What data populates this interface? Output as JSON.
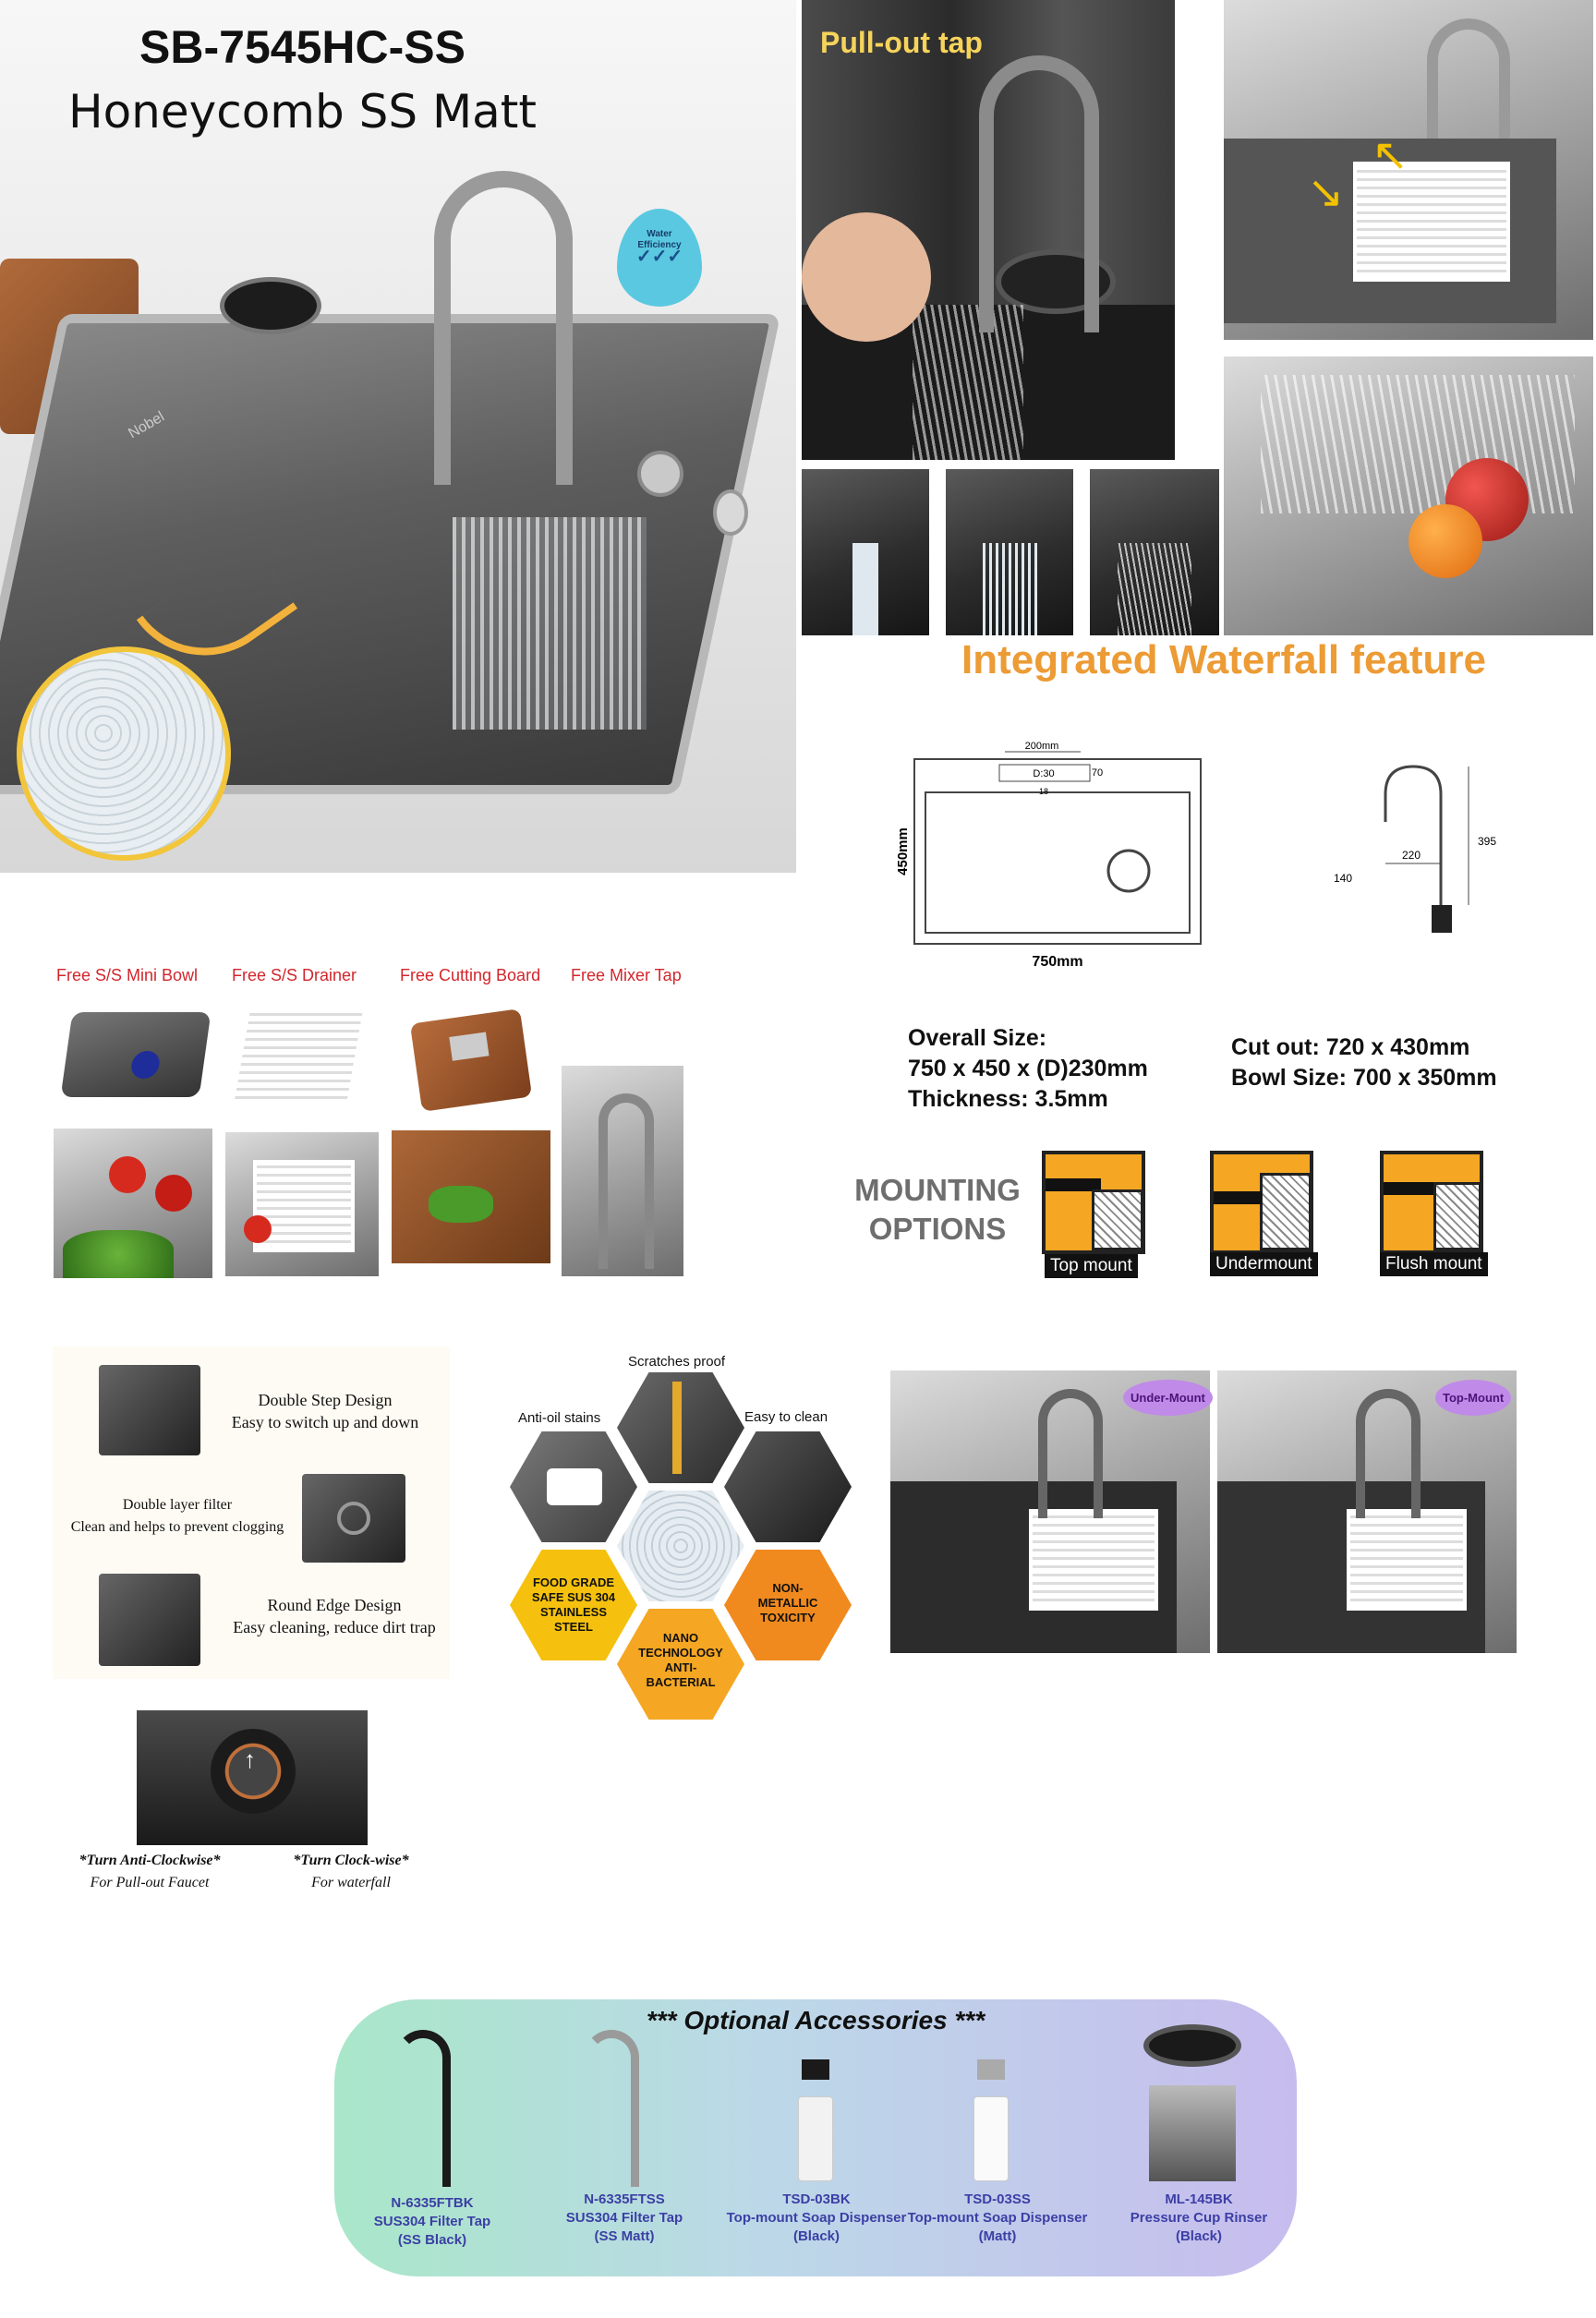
{
  "hero": {
    "title": "SB-7545HC-SS",
    "subtitle": "Honeycomb SS Matt",
    "sink_brand": "Nobel",
    "badge_line1": "Water",
    "badge_line2": "Efficiency"
  },
  "pullout": {
    "label": "Pull-out tap"
  },
  "waterfall": {
    "title": "Integrated Waterfall feature"
  },
  "diagram": {
    "width_label": "750mm",
    "height_label": "450mm",
    "top_label": "200mm",
    "hole_label": "D:30",
    "side_label": "70",
    "small_label": "18",
    "tap_reach": "220",
    "tap_height": "395",
    "tap_base": "140"
  },
  "specs": {
    "overall_label": "Overall Size:",
    "overall_value": "750 x 450 x (D)230mm",
    "thickness": "Thickness: 3.5mm",
    "cutout": "Cut out: 720 x 430mm",
    "bowl": "Bowl Size: 700 x 350mm"
  },
  "mounting": {
    "title_line1": "MOUNTING",
    "title_line2": "OPTIONS",
    "options": [
      "Top mount",
      "Undermount",
      "Flush mount"
    ]
  },
  "freebies": {
    "labels": [
      "Free S/S Mini Bowl",
      "Free S/S Drainer",
      "Free Cutting Board",
      "Free Mixer Tap"
    ]
  },
  "features": {
    "f1_line1": "Double Step Design",
    "f1_line2": "Easy to switch up and down",
    "f2_line1": "Double layer filter",
    "f2_line2": "Clean and helps to prevent clogging",
    "f3_line1": "Round Edge Design",
    "f3_line2": "Easy cleaning, reduce dirt trap"
  },
  "hexagons": {
    "scratches": "Scratches proof",
    "anti_oil": "Anti-oil stains",
    "easy_clean": "Easy to clean",
    "food_grade": "FOOD GRADE SAFE SUS 304 STAINLESS STEEL",
    "non_metallic": "NON-METALLIC TOXICITY",
    "nano": "NANO TECHNOLOGY ANTI-BACTERIAL"
  },
  "mount_photos": {
    "under": "Under-Mount",
    "top": "Top-Mount"
  },
  "knob": {
    "left_title": "*Turn Anti-Clockwise*",
    "left_sub": "For Pull-out Faucet",
    "right_title": "*Turn Clock-wise*",
    "right_sub": "For waterfall"
  },
  "accessories": {
    "title": "***  Optional Accessories ***",
    "items": [
      {
        "code": "N-6335FTBK",
        "name": "SUS304 Filter Tap",
        "variant": "(SS Black)"
      },
      {
        "code": "N-6335FTSS",
        "name": "SUS304 Filter Tap",
        "variant": "(SS Matt)"
      },
      {
        "code": "TSD-03BK",
        "name": "Top-mount Soap Dispenser",
        "variant": "(Black)"
      },
      {
        "code": "TSD-03SS",
        "name": "Top-mount Soap Dispenser",
        "variant": "(Matt)"
      },
      {
        "code": "ML-145BK",
        "name": "Pressure Cup Rinser",
        "variant": "(Black)"
      }
    ]
  },
  "colors": {
    "accent_orange": "#ec9b35",
    "mount_orange": "#f5a623",
    "free_red": "#d2262c",
    "accessory_blue": "#3c3fa5",
    "pull_yellow": "#f6d35b",
    "hex_orange": "#f5a623"
  }
}
